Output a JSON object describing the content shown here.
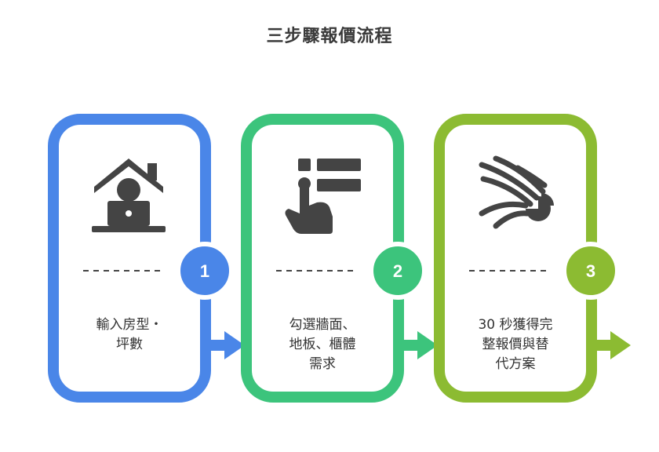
{
  "title": "三步驟報價流程",
  "colors": {
    "step1": "#4a86e8",
    "step2": "#3cc47c",
    "step3": "#8cbb32",
    "icon": "#444444",
    "text": "#333333"
  },
  "steps": [
    {
      "number": "1",
      "icon": "house-person-laptop-icon",
      "lines": [
        "輸入房型・",
        "坪數"
      ]
    },
    {
      "number": "2",
      "icon": "checklist-tap-icon",
      "lines": [
        "勾選牆面、",
        "地板、櫃體",
        "需求"
      ]
    },
    {
      "number": "3",
      "icon": "converging-streams-chart-icon",
      "lines": [
        "30 秒獲得完",
        "整報價與替",
        "代方案"
      ]
    }
  ]
}
